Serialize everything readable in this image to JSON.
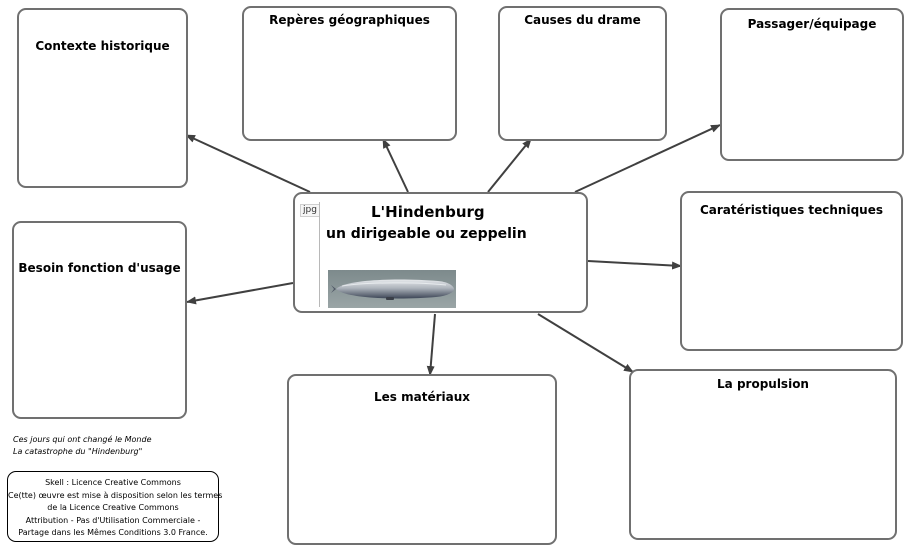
{
  "central": {
    "file_tag": "jpg",
    "title_line1": "L'Hindenburg",
    "title_line2": "un dirigeable ou zeppelin"
  },
  "boxes": {
    "contexte": "Contexte historique",
    "reperes": "Repères géographiques",
    "causes": "Causes du drame",
    "passager": "Passager/équipage",
    "caracteristiques": "Caratéristiques techniques",
    "propulsion": "La propulsion",
    "materiaux": "Les matériaux",
    "besoin": "Besoin fonction d'usage"
  },
  "credits": {
    "line1": "Ces jours qui ont changé le Monde",
    "line2": "La catastrophe du \"Hindenburg\""
  },
  "licence": {
    "line1": "Skell  : Licence Creative Commons",
    "line2": "Ce(tte) œuvre est mise à disposition selon les termes",
    "line3": "de la Licence Creative Commons",
    "line4": "Attribution - Pas d'Utilisation Commerciale -",
    "line5": "Partage dans les Mêmes Conditions 3.0 France."
  },
  "colors": {
    "border": "#707070",
    "arrow": "#404040"
  }
}
